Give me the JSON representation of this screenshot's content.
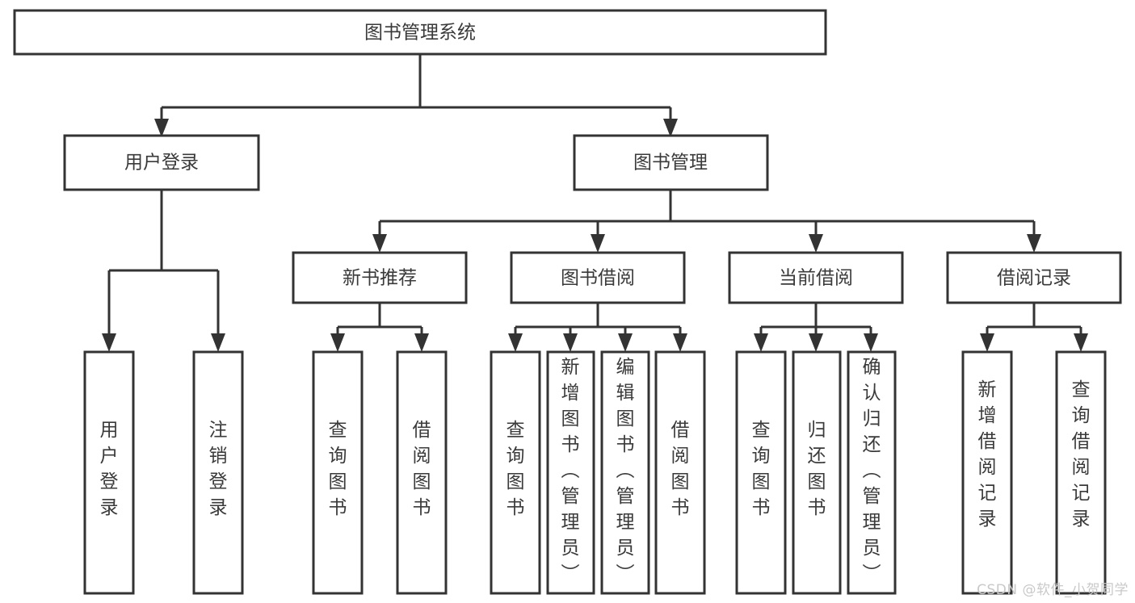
{
  "diagram": {
    "type": "tree",
    "title": "图书管理系统",
    "watermark": "CSDN @软件_小贺同学",
    "colors": {
      "box_fill": "#ffffff",
      "box_stroke": "#333333",
      "text": "#3a3a3a",
      "watermark": "#c9c9c9",
      "background": "#ffffff"
    },
    "levels": {
      "root": "图书管理系统",
      "level2": [
        "用户登录",
        "图书管理"
      ],
      "level3": [
        "新书推荐",
        "图书借阅",
        "当前借阅",
        "借阅记录"
      ]
    },
    "nodes": {
      "root": {
        "label": "图书管理系统"
      },
      "user_login": {
        "label": "用户登录"
      },
      "book_manage": {
        "label": "图书管理"
      },
      "new_book_rec": {
        "label": "新书推荐"
      },
      "book_borrow": {
        "label": "图书借阅"
      },
      "current_borrow": {
        "label": "当前借阅"
      },
      "borrow_record": {
        "label": "借阅记录"
      },
      "leaf_1": {
        "label": "用户登录"
      },
      "leaf_2": {
        "label": "注销登录"
      },
      "leaf_3": {
        "label": "查询图书"
      },
      "leaf_4": {
        "label": "借阅图书"
      },
      "leaf_5": {
        "label": "查询图书"
      },
      "leaf_6": {
        "label": "新增图书（管理员）"
      },
      "leaf_7": {
        "label": "编辑图书（管理员）"
      },
      "leaf_8": {
        "label": "借阅图书"
      },
      "leaf_9": {
        "label": "查询图书"
      },
      "leaf_10": {
        "label": "归还图书"
      },
      "leaf_11": {
        "label": "确认归还（管理员）"
      },
      "leaf_12": {
        "label": "新增借阅记录"
      },
      "leaf_13": {
        "label": "查询借阅记录"
      }
    },
    "edges": [
      {
        "from": "root",
        "to": "user_login"
      },
      {
        "from": "root",
        "to": "book_manage"
      },
      {
        "from": "user_login",
        "to": "leaf_1"
      },
      {
        "from": "user_login",
        "to": "leaf_2"
      },
      {
        "from": "book_manage",
        "to": "new_book_rec"
      },
      {
        "from": "book_manage",
        "to": "book_borrow"
      },
      {
        "from": "book_manage",
        "to": "current_borrow"
      },
      {
        "from": "book_manage",
        "to": "borrow_record"
      },
      {
        "from": "new_book_rec",
        "to": "leaf_3"
      },
      {
        "from": "new_book_rec",
        "to": "leaf_4"
      },
      {
        "from": "book_borrow",
        "to": "leaf_5"
      },
      {
        "from": "book_borrow",
        "to": "leaf_6"
      },
      {
        "from": "book_borrow",
        "to": "leaf_7"
      },
      {
        "from": "book_borrow",
        "to": "leaf_8"
      },
      {
        "from": "current_borrow",
        "to": "leaf_9"
      },
      {
        "from": "current_borrow",
        "to": "leaf_10"
      },
      {
        "from": "current_borrow",
        "to": "leaf_11"
      },
      {
        "from": "borrow_record",
        "to": "leaf_12"
      },
      {
        "from": "borrow_record",
        "to": "leaf_13"
      }
    ]
  }
}
